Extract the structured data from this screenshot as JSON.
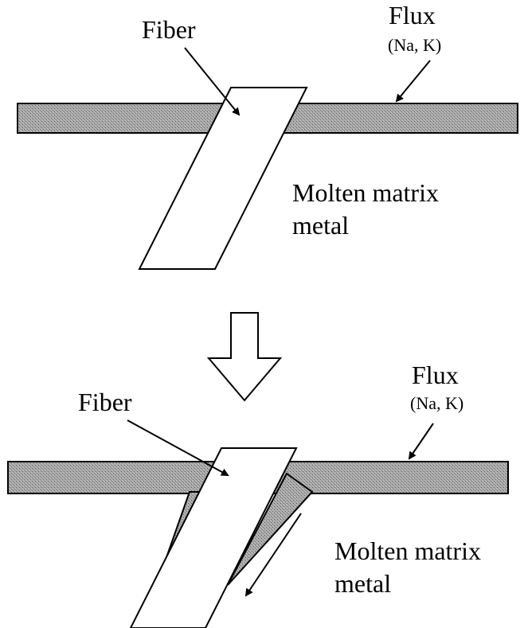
{
  "top_panel": {
    "fiber_label": "Fiber",
    "flux_label": "Flux",
    "flux_elements": "(Na, K)",
    "matrix_line1": "Molten matrix",
    "matrix_line2": "metal"
  },
  "bottom_panel": {
    "fiber_label": "Fiber",
    "flux_label": "Flux",
    "flux_elements": "(Na, K)",
    "matrix_line1": "Molten matrix",
    "matrix_line2": "metal"
  },
  "colors": {
    "flux_layer_fill": "#9c9c9c",
    "fiber_fill": "#ffffff",
    "ink": "#000000"
  }
}
